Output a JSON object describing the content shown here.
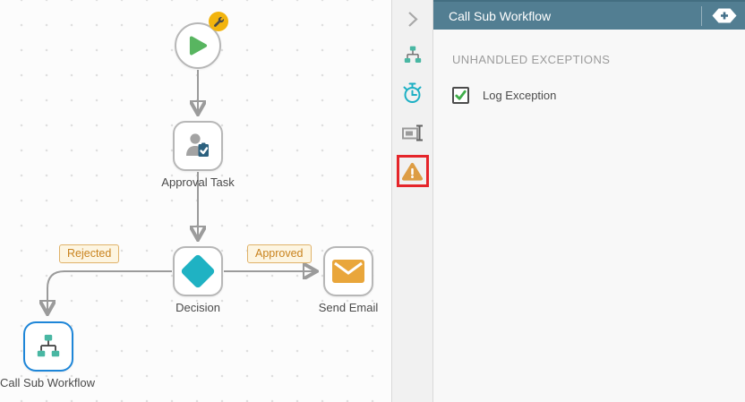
{
  "header": {
    "title": "Call Sub Workflow",
    "add_icon": "add-variable-tag-icon"
  },
  "properties_panel": {
    "section_title": "UNHANDLED EXCEPTIONS",
    "log_exception": {
      "label": "Log Exception",
      "checked": true
    }
  },
  "toolbar": {
    "items": [
      {
        "icon": "expand-chevron-icon"
      },
      {
        "icon": "sub-workflow-icon"
      },
      {
        "icon": "timer-icon"
      },
      {
        "icon": "rename-icon"
      },
      {
        "icon": "exceptions-warning-icon",
        "highlighted": true
      }
    ]
  },
  "canvas": {
    "nodes": [
      {
        "id": "start",
        "label": "",
        "badge": "wrench-badge"
      },
      {
        "id": "approval-task",
        "label": "Approval Task"
      },
      {
        "id": "decision",
        "label": "Decision"
      },
      {
        "id": "send-email",
        "label": "Send Email"
      },
      {
        "id": "call-sub-workflow",
        "label": "Call Sub Workflow",
        "selected": true
      }
    ],
    "edge_labels": [
      {
        "text": "Rejected"
      },
      {
        "text": "Approved"
      }
    ]
  },
  "colors": {
    "header_bg": "#527e92",
    "teal_accent": "#1fb2c3",
    "hierarchy_teal": "#49b7a3",
    "play_green": "#58b560",
    "envelope_orange": "#e9a63b",
    "warning_orange": "#dd9d44",
    "highlight_red": "#e5252a",
    "selected_node_blue": "#1e86d8",
    "edge_label_text": "#c9831e",
    "check_green": "#3fae49",
    "badge_yellow": "#f2b40e"
  }
}
